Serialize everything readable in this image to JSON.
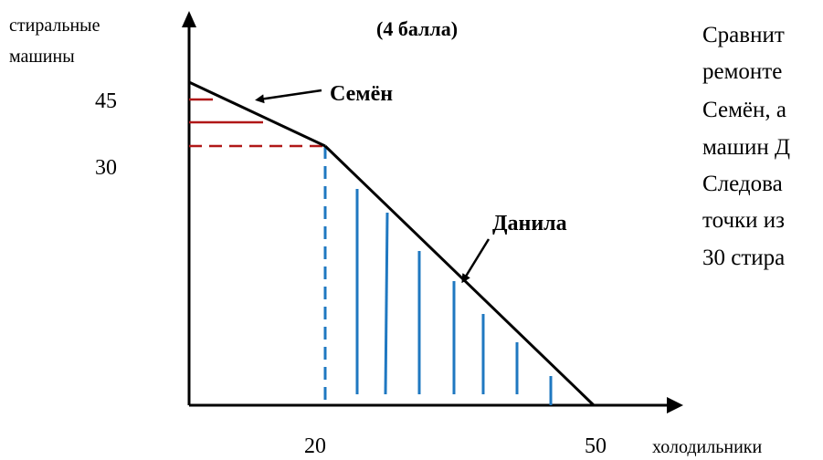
{
  "header": {
    "score": "(4 балла)"
  },
  "axes": {
    "y_label_line1": "стиральные",
    "y_label_line2": "машины",
    "x_label": "холодильники",
    "y_ticks": [
      "45",
      "30"
    ],
    "x_ticks": [
      "20",
      "50"
    ]
  },
  "labels": {
    "semen": "Семён",
    "danila": "Данила"
  },
  "side_text": {
    "lines": [
      "Сравнит",
      "ремонте",
      "Семён, а",
      "машин Д",
      "Следова",
      "точки из",
      "30 стира"
    ]
  },
  "colors": {
    "axis": "#000000",
    "frontier": "#000000",
    "red_marks": "#b01717",
    "blue_marks": "#1f78c1"
  },
  "chart_data": {
    "type": "line",
    "title": "",
    "xlabel": "холодильники",
    "ylabel": "стиральные машины",
    "x_ticks": [
      20,
      50
    ],
    "y_ticks": [
      45,
      30
    ],
    "series": [
      {
        "name": "Семён",
        "points": [
          [
            0,
            45
          ],
          [
            20,
            30
          ]
        ]
      },
      {
        "name": "Данила",
        "points": [
          [
            20,
            30
          ],
          [
            50,
            0
          ]
        ]
      }
    ],
    "reference_lines": [
      {
        "type": "horizontal_dashed",
        "y": 30,
        "from_x": 0,
        "to_x": 20
      },
      {
        "type": "vertical_dashed",
        "x": 20,
        "from_y": 0,
        "to_y": 30
      }
    ]
  }
}
